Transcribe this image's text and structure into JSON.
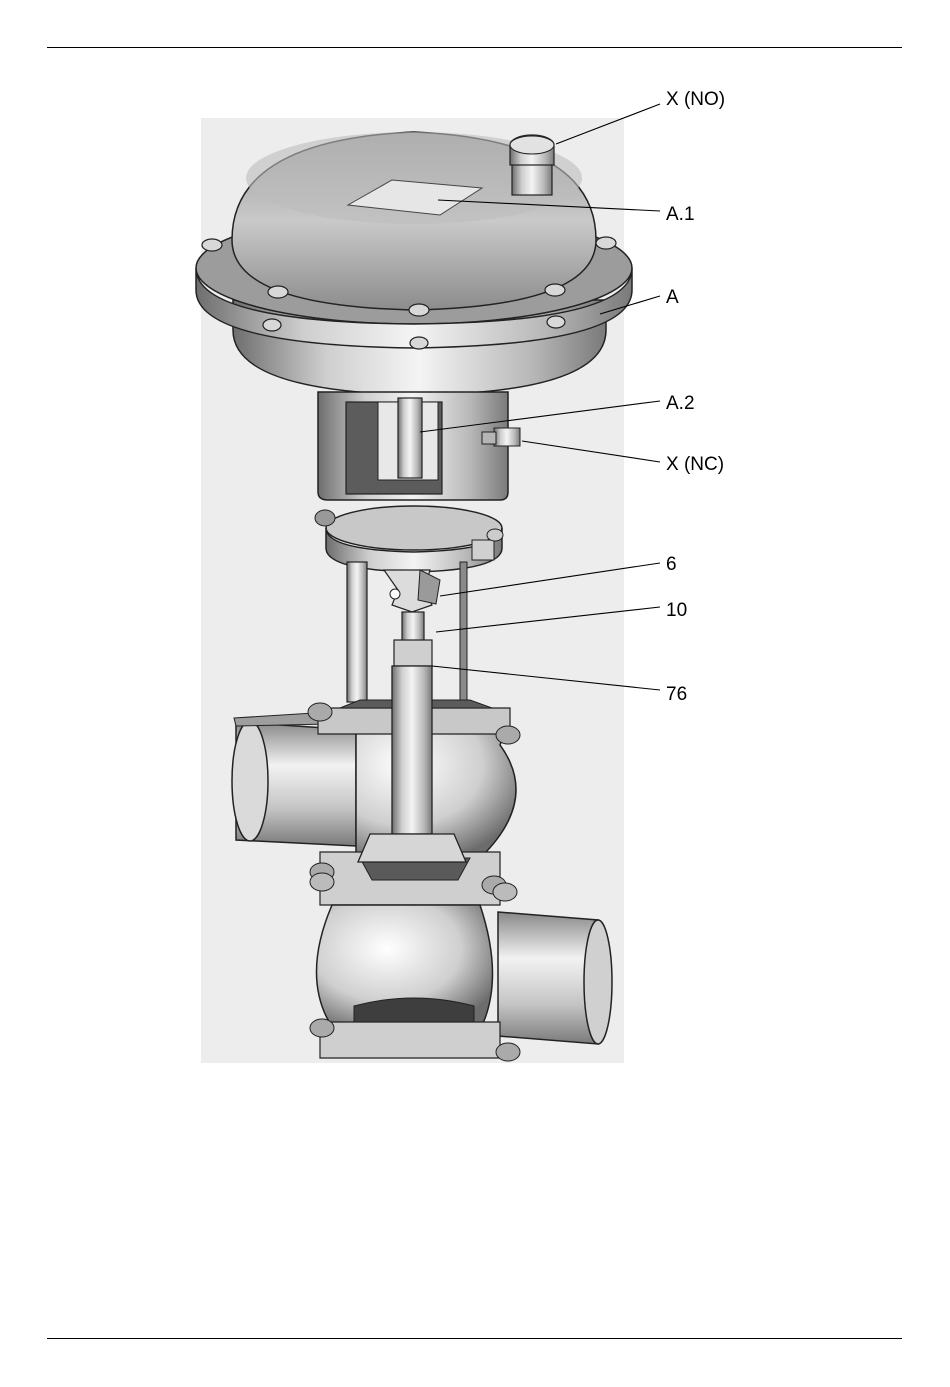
{
  "figure": {
    "callouts": [
      {
        "id": "x-no",
        "label": "X (NO)"
      },
      {
        "id": "a1",
        "label": "A.1"
      },
      {
        "id": "a",
        "label": "A"
      },
      {
        "id": "a2",
        "label": "A.2"
      },
      {
        "id": "x-nc",
        "label": "X (NC)"
      },
      {
        "id": "p6",
        "label": "6"
      },
      {
        "id": "p10",
        "label": "10"
      },
      {
        "id": "p76",
        "label": "76"
      }
    ]
  }
}
